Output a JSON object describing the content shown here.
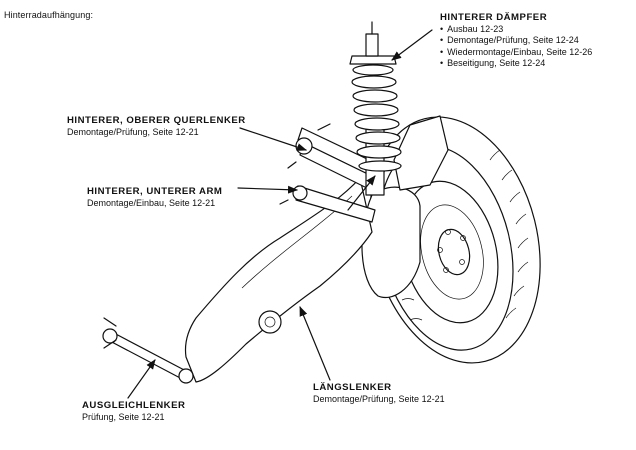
{
  "page_title": "Hinterradaufhängung:",
  "callouts": {
    "daempfer": {
      "title": "HINTERER DÄMPFER",
      "items": [
        "Ausbau 12-23",
        "Demontage/Prüfung, Seite 12-24",
        "Wiedermontage/Einbau, Seite 12-26",
        "Beseitigung, Seite 12-24"
      ]
    },
    "oberer_querlenker": {
      "title": "HINTERER, OBERER QUERLENKER",
      "sub": "Demontage/Prüfung, Seite 12-21"
    },
    "unterer_arm": {
      "title": "HINTERER, UNTERER ARM",
      "sub": "Demontage/Einbau, Seite 12-21"
    },
    "ausgleichlenker": {
      "title": "AUSGLEICHLENKER",
      "sub": "Prüfung, Seite 12-21"
    },
    "laengslenker": {
      "title": "LÄNGSLENKER",
      "sub": "Demontage/Prüfung, Seite 12-21"
    }
  }
}
